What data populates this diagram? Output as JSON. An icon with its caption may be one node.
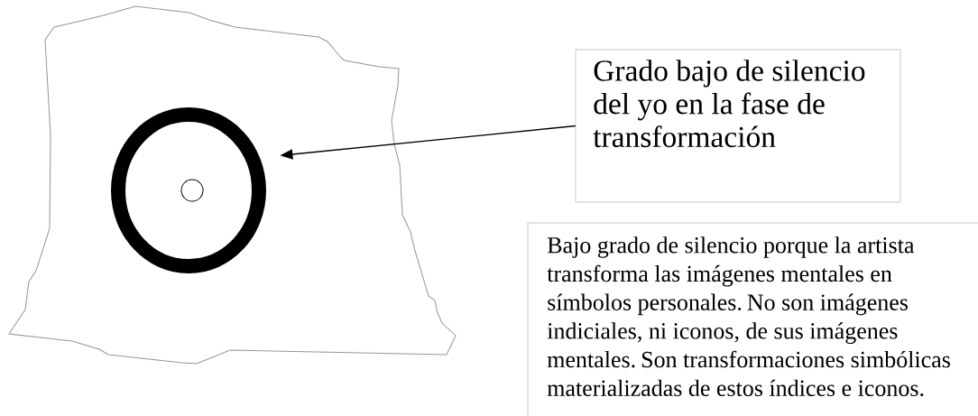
{
  "diagram": {
    "nodes": [
      {
        "text": [],
        "shape": "picture"
      },
      {
        "text": [],
        "shape": "circle",
        "in": 0
      },
      {
        "text": [],
        "shape": "circle",
        "in": 1
      },
      {
        "text": [
          "Grado bajo de silencio del yo en la fase de transformación"
        ]
      },
      {
        "text": [
          "Bajo grado de silencio porque la  artista transforma las imágenes mentales en símbolos personales. No son imágenes indiciales, ni iconos, de sus imágenes mentales. Son transformaciones simbólicas materializadas de estos índices e iconos."
        ]
      }
    ],
    "edges": [
      {
        "from": 3,
        "to": 1,
        "arrow": "to"
      }
    ]
  }
}
